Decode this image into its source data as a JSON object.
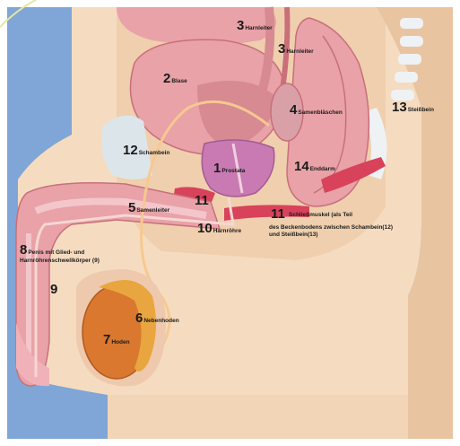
{
  "labels": [
    {
      "num": "1",
      "text": "Prostata"
    },
    {
      "num": "2",
      "text": "Blase"
    },
    {
      "num": "3",
      "text": "Harnleiter"
    },
    {
      "num": "3",
      "text": "Harnleiter"
    },
    {
      "num": "4",
      "text": "Samenbläschen"
    },
    {
      "num": "5",
      "text": "Samenleiter"
    },
    {
      "num": "6",
      "text": "Nebenhoden"
    },
    {
      "num": "7",
      "text": "Hoden"
    },
    {
      "num": "8",
      "text": "Penis mit Glied- und",
      "text2": "Harnröhrenschwellkörper (9)"
    },
    {
      "num": "9",
      "text": ""
    },
    {
      "num": "10",
      "text": "Harnröhre"
    },
    {
      "num": "11",
      "text": ""
    },
    {
      "num": "11",
      "text": "Schließmuskel (als Teil",
      "text2": "des Beckenbodens zwischen Schambein(12)",
      "text3": "und Steißbein(13)"
    },
    {
      "num": "12",
      "text": "Schambein"
    },
    {
      "num": "13",
      "text": "Steißbein"
    },
    {
      "num": "14",
      "text": "Enddarm"
    }
  ],
  "colors": {
    "background": "#7fa6d6",
    "skin": "#f5dcc0",
    "skin_shade": "#e9c4a0",
    "organ_pink": "#e8a2a8",
    "organ_dark": "#c96f7a",
    "prostate": "#c97ab2",
    "testis": "#d9782e",
    "muscle": "#d8425a",
    "bone": "#eef2f4",
    "vessel": "#f6c98f"
  },
  "icons": [
    "corner-swirl-icon"
  ]
}
